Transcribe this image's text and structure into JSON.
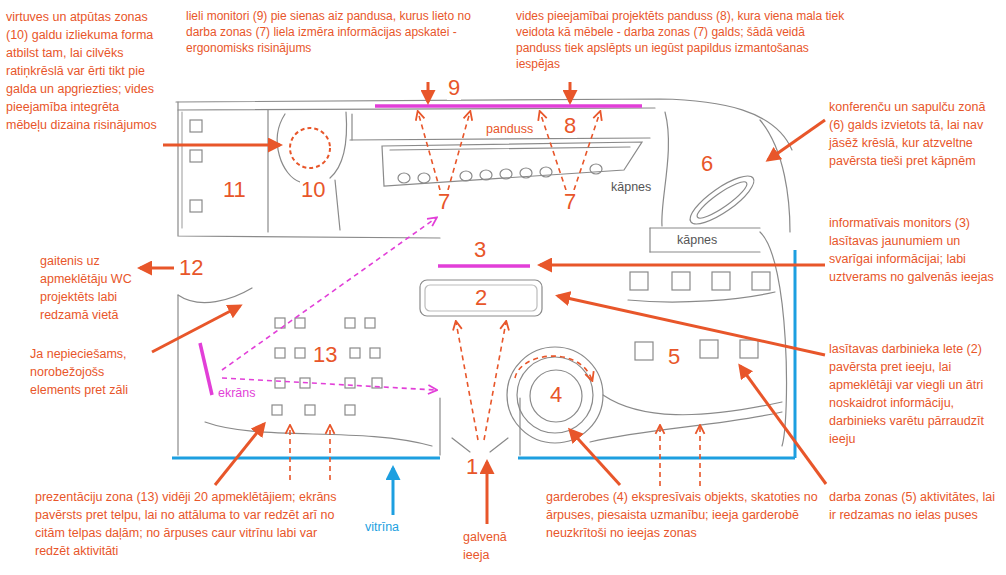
{
  "diagram": {
    "labels": [
      "virtuves un atpūtas zonas (10) galdu izliekuma forma atbilst tam, lai cilvēks ratiņkrēslā var ērti tikt pie galda un apgriezties; vides pieejamība integrēta mēbeļu dizaina risinājumos",
      "lieli monitori (9) pie sienas aiz pandusa, kurus lieto no darba zonas (7) liela izmēra informācijas apskatei - ergonomisks risinājums",
      "vides pieejamībai projektēts panduss (8), kura viena mala tiek veidota kā mēbele - darba zonas (7) galds; šādā veidā panduss tiek apslēpts un iegūst papildus izmantošanas iespējas",
      "9",
      "8",
      "panduss",
      "konferenču un sapulču zonā (6) galds izvietots tā, lai nav jāsēž krēslā, kur atzveltne pavērsta tieši pret kāpnēm",
      "11",
      "10",
      "7",
      "7",
      "kāpnes",
      "6",
      "kāpnes",
      "3",
      "informatīvais monitors (3) lasītavas jaunumiem un svarīgai informācijai; labi uztverams no galvenās ieejas",
      "12",
      "gaitenis uz apmeklētāju WC projektēts labi redzamā vietā",
      "2",
      "lasītavas darbinieka lete (2) pavērsta pret ieeju, lai apmeklētāji var viegli un ātri noskaidrot informāciju, darbinieks varētu pārraudzīt ieeju",
      "13",
      "Ja nepieciešams, norobežojošs elements pret zāli",
      "5",
      "ekrāns",
      "4",
      "1",
      "prezentāciju zona (13) vidēji 20 apmeklētājiem; ekrāns pavērsts pret telpu, lai no attāluma to var redzēt arī no citām telpas daļām; no ārpuses caur vitrīnu labi var redzēt aktivitāti",
      "vitrīna",
      "galvenā ieeja",
      "garderobes (4) ekspresīvais objekts, skatoties no ārpuses, piesaista uzmanību; ieeja garderobē neuzkrītoši no ieejas zonas",
      "darba zonas (5) aktivitātes, lai ir redzamas no ielas puses"
    ]
  }
}
